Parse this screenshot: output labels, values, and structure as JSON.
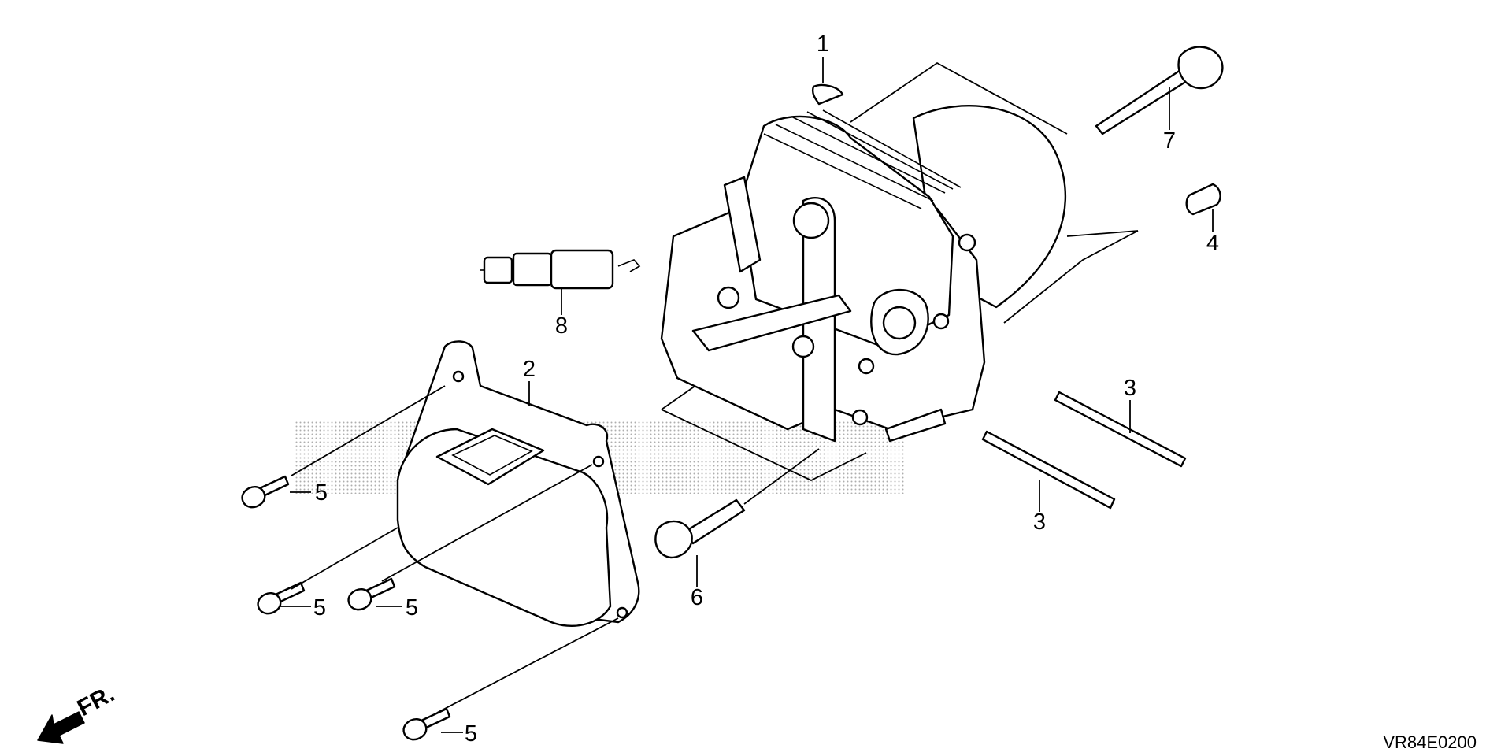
{
  "diagram": {
    "title": "Cylinder head exploded parts diagram",
    "code": "VR84E0200",
    "direction_label": "FR.",
    "callouts": {
      "c1": "1",
      "c2": "2",
      "c3a": "3",
      "c3b": "3",
      "c4": "4",
      "c5a": "5",
      "c5b": "5",
      "c5c": "5",
      "c5d": "5",
      "c6": "6",
      "c7": "7",
      "c8": "8"
    }
  }
}
